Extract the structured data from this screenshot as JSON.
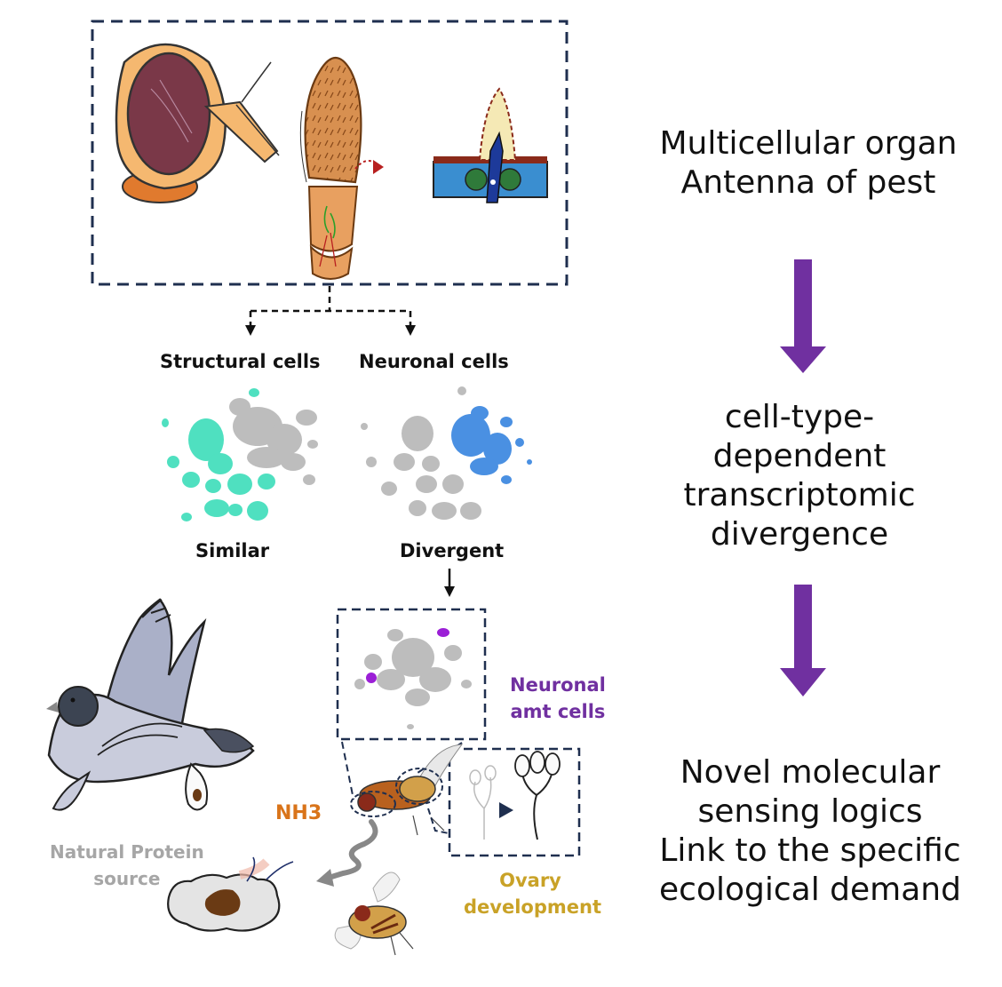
{
  "colors": {
    "accent_purple": "#7030a0",
    "cluster_gray": "#bdbdbd",
    "structural_cyan": "#4fe0c0",
    "neuronal_blue": "#4a90e2",
    "nh3_orange": "#d9741a",
    "ovary_gold": "#c9a227",
    "protein_gray": "#a6a6a6",
    "dash_navy": "#1f2f4f"
  },
  "left_panel": {
    "structural_label": "Structural cells",
    "neuronal_label": "Neuronal cells",
    "similar_label": "Similar",
    "divergent_label": "Divergent",
    "amt_label_line1": "Neuronal",
    "amt_label_line2": "amt cells",
    "nh3_label": "NH3",
    "protein_label_line1": "Natural Protein",
    "protein_label_line2": "source",
    "ovary_label_line1": "Ovary",
    "ovary_label_line2": "development"
  },
  "right_panel": {
    "block1": [
      "Multicellular organ",
      "Antenna of pest"
    ],
    "block2": [
      "cell-type-",
      "dependent",
      "transcriptomic",
      "divergence"
    ],
    "block3": [
      "Novel molecular",
      "sensing logics",
      "Link to the specific",
      "ecological demand"
    ]
  },
  "icons": [
    "fly-head-icon",
    "antenna-segment-icon",
    "sensillum-icon",
    "pigeon-icon",
    "dropping-icon",
    "fly-icon",
    "ovary-icon",
    "protein-source-icon"
  ]
}
